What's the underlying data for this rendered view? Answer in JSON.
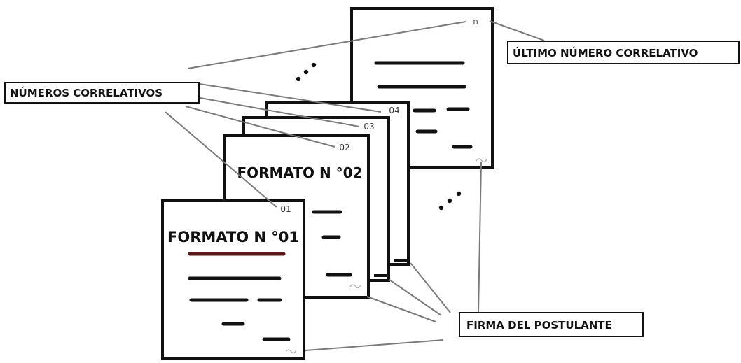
{
  "labels": {
    "numeros_correlativos": "NÚMEROS CORRELATIVOS",
    "ultimo_numero": "ÚLTIMO NÚMERO CORRELATIVO",
    "firma": "FIRMA DEL POSTULANTE"
  },
  "pages": {
    "first": {
      "number": "01",
      "title": "FORMATO N °01"
    },
    "second": {
      "number": "02",
      "title": "FORMATO N °02"
    },
    "third": {
      "number": "03"
    },
    "fourth": {
      "number": "04"
    },
    "last": {
      "number": "n"
    }
  },
  "colors": {
    "ink": "#111111",
    "leader": "#7a7a7a",
    "paper": "#ffffff"
  }
}
